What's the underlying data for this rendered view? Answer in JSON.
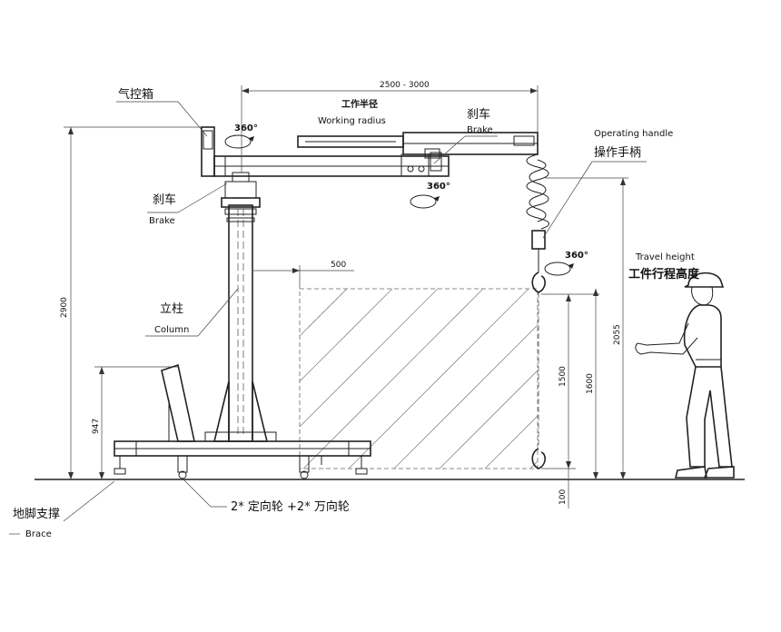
{
  "labels": {
    "air_box_cn": "气控箱",
    "rot_top": "360°",
    "rot_arm": "360°",
    "rot_hook": "360°",
    "radius_dim": "2500 - 3000",
    "working_radius_cn": "工作半径",
    "working_radius_en": "Working radius",
    "brake_arm_cn": "刹车",
    "brake_arm_en": "Brake",
    "operating_handle_en": "Operating handle",
    "operating_handle_cn": "操作手柄",
    "brake_left_cn": "刹车",
    "brake_left_en": "Brake",
    "column_cn": "立柱",
    "column_en": "Column",
    "travel_height_en": "Travel height",
    "travel_height_cn": "工件行程高度",
    "brace_cn": "地脚支撑",
    "brace_en": "Brace",
    "wheels_cn": "2* 定向轮 +2* 万向轮"
  },
  "dimensions": {
    "total_height": "2900",
    "base_height": "947",
    "offset_500": "500",
    "dim_1500": "1500",
    "dim_1600": "1600",
    "dim_2055": "2055",
    "dim_100": "100"
  },
  "colors": {
    "line": "#222222",
    "hatch": "#8a8a8a",
    "background": "#ffffff"
  }
}
